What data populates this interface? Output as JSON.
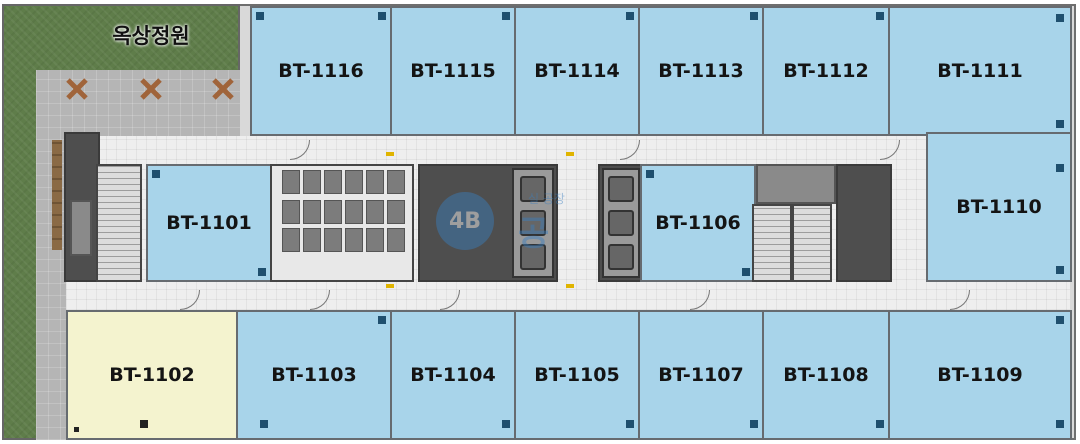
{
  "garden": {
    "title": "옥상정원"
  },
  "units": {
    "u1116": "BT-1116",
    "u1115": "BT-1115",
    "u1114": "BT-1114",
    "u1113": "BT-1113",
    "u1112": "BT-1112",
    "u1111": "BT-1111",
    "u1110": "BT-1110",
    "u1101": "BT-1101",
    "u1106": "BT-1106",
    "u1102": "BT-1102",
    "u1103": "BT-1103",
    "u1104": "BT-1104",
    "u1105": "BT-1105",
    "u1107": "BT-1107",
    "u1108": "BT-1108",
    "u1109": "BT-1109"
  },
  "watermark": {
    "badge": "4B",
    "line1": "실 공장",
    "line2": "공"
  },
  "colors": {
    "office": "#a8d4ea",
    "office_selected": "#f4f3cf",
    "garden": "#5f7d4a",
    "core": "#4e4e4e"
  }
}
